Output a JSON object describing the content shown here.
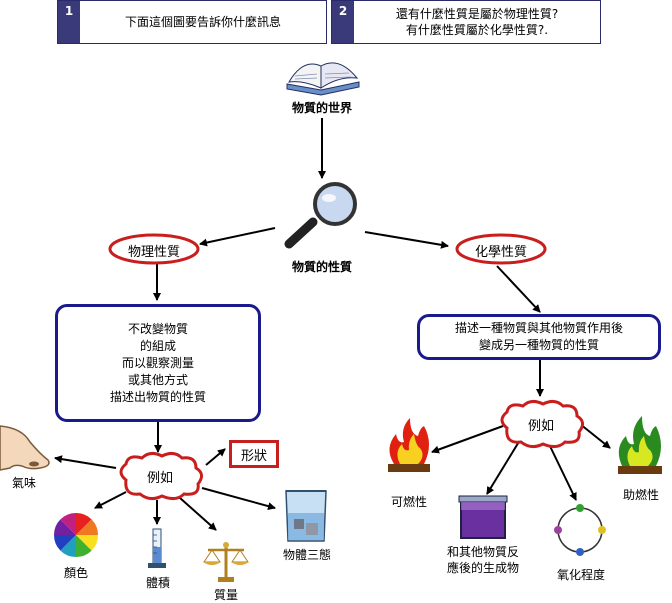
{
  "questions": [
    {
      "number": "1",
      "text": "下面這個圖要告訴你什麼訊息"
    },
    {
      "number": "2",
      "text": "還有什麼性質是屬於物理性質?\n有什麼性質屬於化學性質?."
    }
  ],
  "nodes": {
    "world": "物質的世界",
    "properties": "物質的性質",
    "physical": "物理性質",
    "chemical": "化學性質",
    "physical_def": "不改變物質\n的組成\n而以觀察測量\n或其他方式\n描述出物質的性質",
    "chemical_def": "描述一種物質與其他物質作用後\n變成另一種物質的性質",
    "example_left": "例如",
    "example_right": "例如",
    "shape": "形狀"
  },
  "physical_examples": [
    "氣味",
    "顏色",
    "體積",
    "質量",
    "物體三態"
  ],
  "chemical_examples": [
    "可燃性",
    "和其他物質反\n應後的生成物",
    "氧化程度",
    "助燃性"
  ],
  "colors": {
    "header": "#3a3a7a",
    "box_border": "#1a1a8c",
    "oval_border": "#c81e1e"
  }
}
